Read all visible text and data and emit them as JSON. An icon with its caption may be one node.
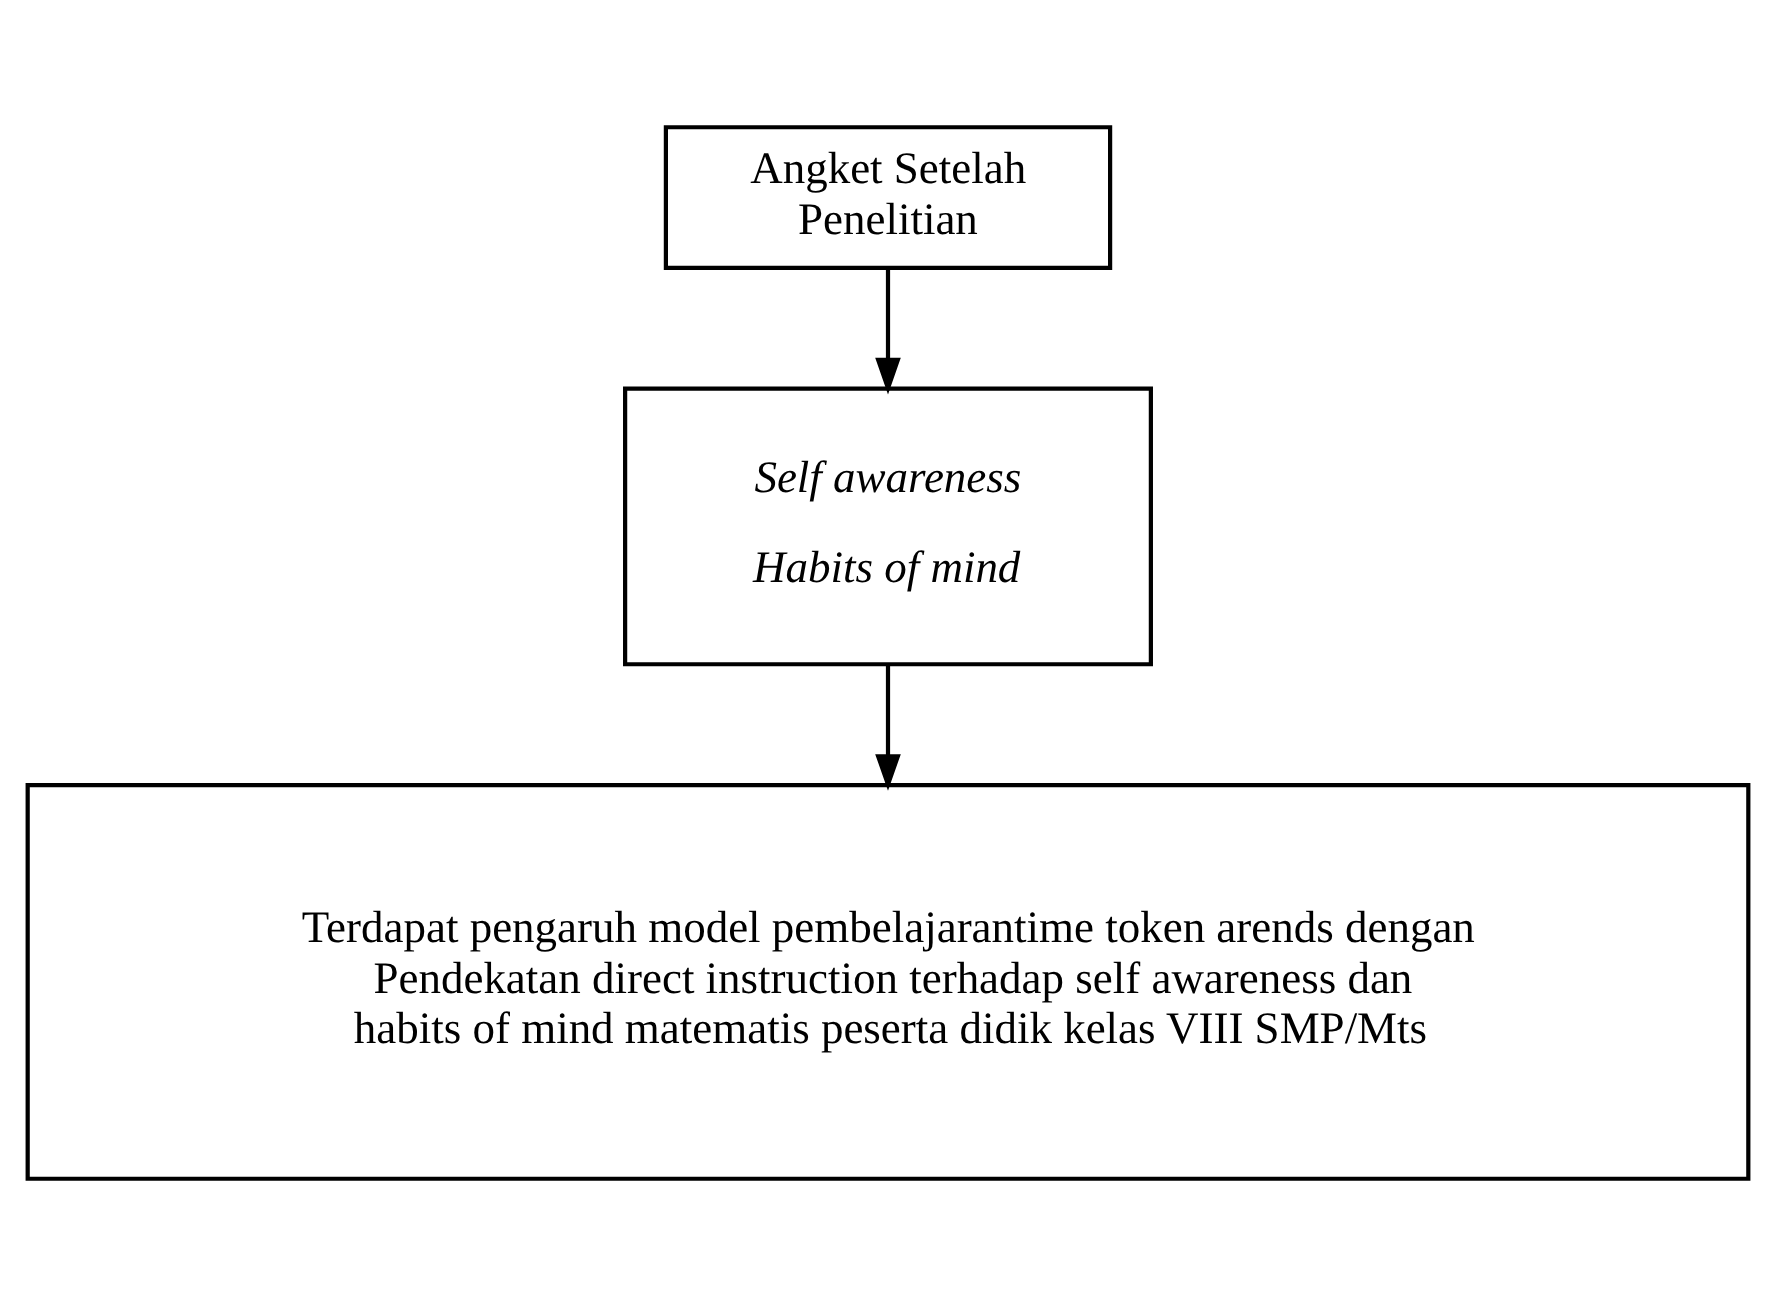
{
  "diagram": {
    "nodes": [
      {
        "text": [
          "Angket Setelah Penelitian"
        ]
      },
      {
        "text": [
          "Self awareness",
          "Habits of mind"
        ]
      },
      {
        "text": [
          "Terdapat pengaruh model pembelajarantime token arends dengan Pendekatan direct instruction terhadap self awareness dan habits of mind matematis peserta didik kelas VIII SMP/Mts"
        ]
      }
    ],
    "edges": [
      {
        "from": 0,
        "to": 1,
        "arrow": "to"
      },
      {
        "from": 1,
        "to": 2,
        "arrow": "to"
      }
    ]
  }
}
